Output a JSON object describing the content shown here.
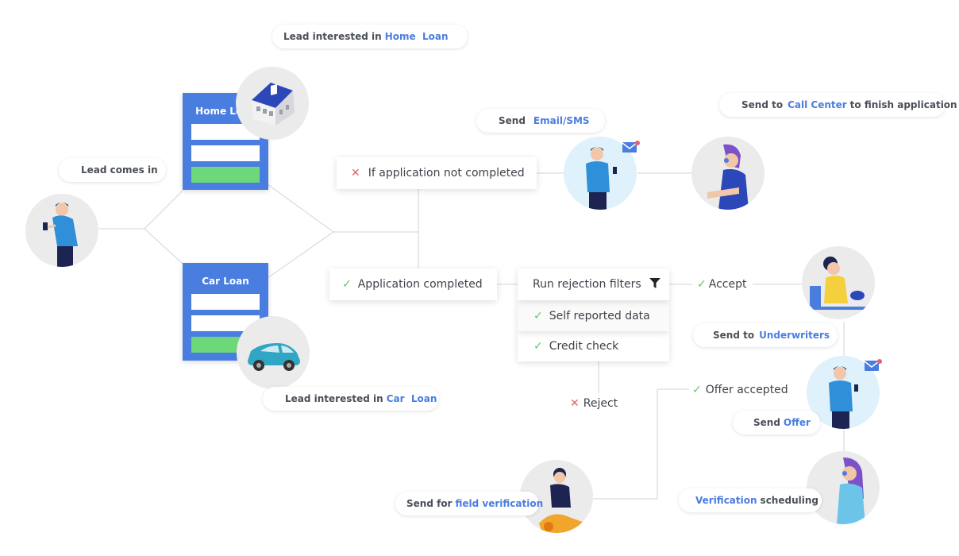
{
  "forms": {
    "home": {
      "title": "Home Loan"
    },
    "car": {
      "title": "Car Loan"
    }
  },
  "bubbles": {
    "lead_home": {
      "prefix": "Lead interested in",
      "highlight": "Home  Loan",
      "suffix": ""
    },
    "lead_car": {
      "prefix": "Lead interested in",
      "highlight": "Car  Loan",
      "suffix": ""
    },
    "lead_comes_in": {
      "prefix": "Lead comes in",
      "highlight": "",
      "suffix": ""
    },
    "send_email": {
      "prefix": "Send",
      "highlight": "Email/SMS",
      "suffix": ""
    },
    "send_call_center": {
      "prefix": "Send to",
      "highlight": "Call Center",
      "suffix": "to finish application"
    },
    "send_underwriters": {
      "prefix": "Send to",
      "highlight": "Underwriters",
      "suffix": ""
    },
    "send_offer": {
      "prefix": "Send",
      "highlight": "Offer",
      "suffix": ""
    },
    "field_verification": {
      "prefix": "Send for",
      "highlight": "field verification",
      "suffix": ""
    },
    "verification_scheduling": {
      "prefix": "",
      "highlight": "Verification",
      "suffix": "scheduling"
    }
  },
  "steps": {
    "not_completed": "If application not completed",
    "completed": "Application completed",
    "rejection_filters": "Run rejection filters",
    "self_reported": "Self reported data",
    "credit_check": "Credit check",
    "accept": "Accept",
    "reject": "Reject",
    "offer_accepted": "Offer accepted"
  },
  "colors": {
    "accent_blue": "#4a7de0",
    "check_green": "#5cc96a",
    "cross_red": "#e5616b",
    "form_button_green": "#6cd87a",
    "connector_gray": "#cfd3d8"
  },
  "icons": {
    "filter": "filter-icon",
    "check": "check-icon",
    "cross": "cross-icon",
    "mail": "mail-icon"
  }
}
